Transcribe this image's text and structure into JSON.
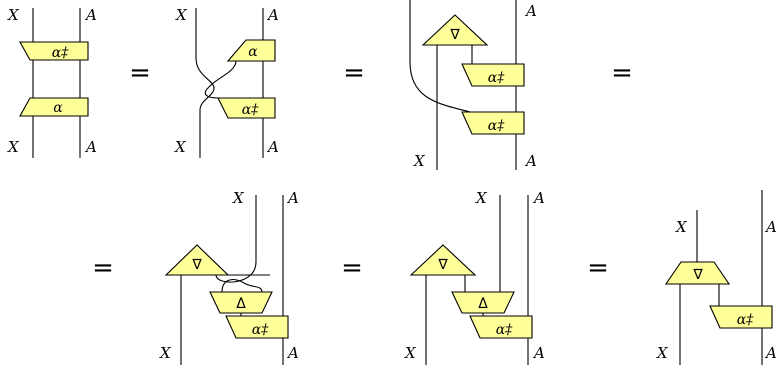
{
  "labels": {
    "x": "X",
    "a": "A",
    "alpha": "α",
    "alpha_dagger": "α‡",
    "nabla": "∇",
    "delta": "Δ",
    "equals": "="
  },
  "colors": {
    "box_fill": "#ffff99",
    "stroke": "#000000"
  }
}
